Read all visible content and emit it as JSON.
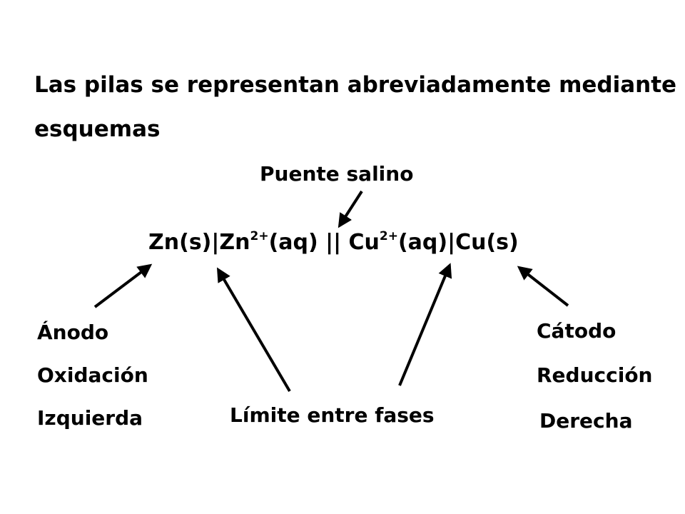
{
  "intro": {
    "line1": "Las pilas se representan abreviadamente mediante",
    "line2": "esquemas"
  },
  "labels": {
    "salt_bridge": "Puente salino",
    "phase_boundary": "Límite entre fases"
  },
  "anode": {
    "title": "Ánodo",
    "process": "Oxidación",
    "side": "Izquierda"
  },
  "cathode": {
    "title": "Cátodo",
    "process": "Reducción",
    "side": "Derecha"
  },
  "equation": {
    "anode_metal": "Zn(s)",
    "sep1": "|",
    "anode_ion": "Zn",
    "anode_charge": "2+",
    "anode_state": "(aq)",
    "bridge": " || ",
    "cathode_ion": "Cu",
    "cathode_charge": "2+",
    "cathode_state": "(aq)",
    "sep2": "|",
    "cathode_metal": "Cu(s)"
  }
}
